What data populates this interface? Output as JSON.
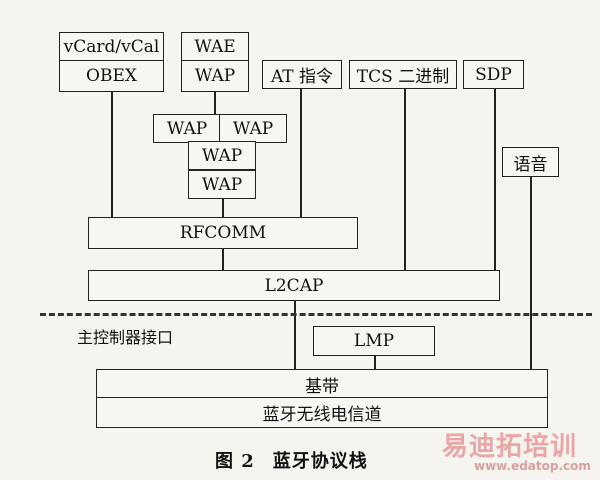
{
  "diagram": {
    "boxes": {
      "vcard": "vCard/vCal",
      "obex": "OBEX",
      "wae": "WAE",
      "wap_top": "WAP",
      "at": "AT 指令",
      "tcs": "TCS 二进制",
      "sdp": "SDP",
      "wap_left": "WAP",
      "wap_right": "WAP",
      "wap_mid1": "WAP",
      "wap_mid2": "WAP",
      "voice": "语音",
      "rfcomm": "RFCOMM",
      "l2cap": "L2CAP",
      "lmp": "LMP",
      "baseband": "基带",
      "radio": "蓝牙无线电信道"
    },
    "hci_label": "主控制器接口",
    "caption_num": "图 2",
    "caption_text": "蓝牙协议栈"
  },
  "watermark": {
    "brand": "易迪拓培训",
    "url": "www.edatop.com"
  }
}
